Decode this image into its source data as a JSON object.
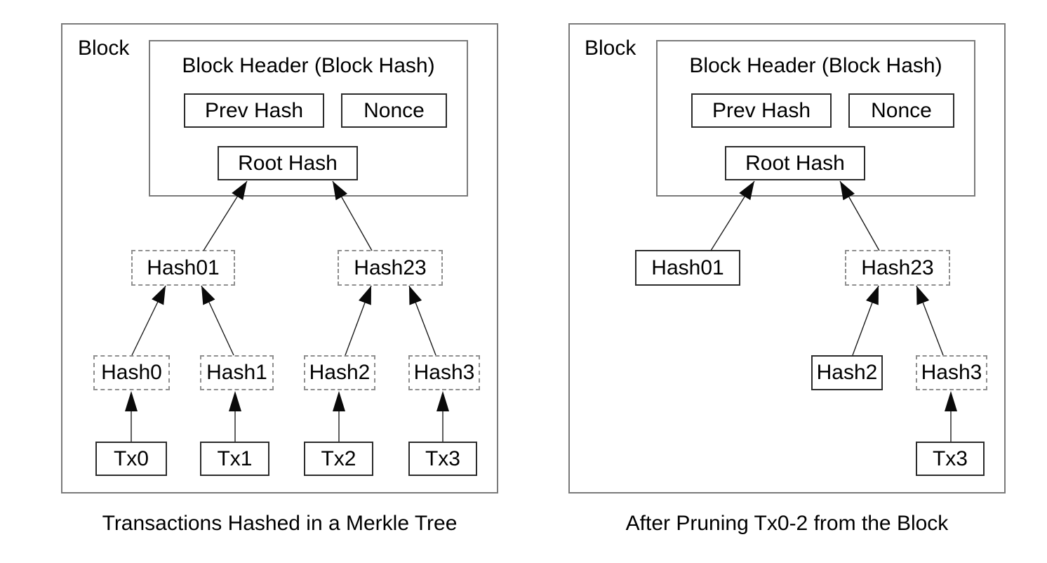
{
  "left": {
    "block_label": "Block",
    "header_title": "Block Header (Block Hash)",
    "prev_hash": "Prev Hash",
    "nonce": "Nonce",
    "root_hash": "Root Hash",
    "hash01": "Hash01",
    "hash23": "Hash23",
    "hash0": "Hash0",
    "hash1": "Hash1",
    "hash2": "Hash2",
    "hash3": "Hash3",
    "tx0": "Tx0",
    "tx1": "Tx1",
    "tx2": "Tx2",
    "tx3": "Tx3",
    "caption": "Transactions Hashed in a Merkle Tree"
  },
  "right": {
    "block_label": "Block",
    "header_title": "Block Header (Block Hash)",
    "prev_hash": "Prev Hash",
    "nonce": "Nonce",
    "root_hash": "Root Hash",
    "hash01": "Hash01",
    "hash23": "Hash23",
    "hash2": "Hash2",
    "hash3": "Hash3",
    "tx3": "Tx3",
    "caption": "After Pruning Tx0-2 from the Block"
  },
  "colors": {
    "background": "#ffffff",
    "text": "#000000",
    "frame_border": "#7a7a7a",
    "solid_border": "#2b2b2b",
    "dashed_border": "#8f8f8f",
    "arrow": "#0a0a0a"
  }
}
